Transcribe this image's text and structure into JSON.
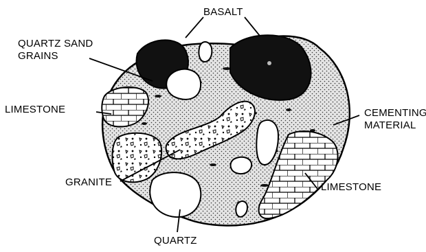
{
  "labels": {
    "basalt": "BASALT",
    "quartz_sand_line1": "QUARTZ SAND",
    "quartz_sand_line2": "GRAINS",
    "limestone_left": "LIMESTONE",
    "cementing_line1": "CEMENTING",
    "cementing_line2": "MATERIAL",
    "granite": "GRANITE",
    "limestone_right": "LIMESTONE",
    "quartz": "QUARTZ"
  }
}
